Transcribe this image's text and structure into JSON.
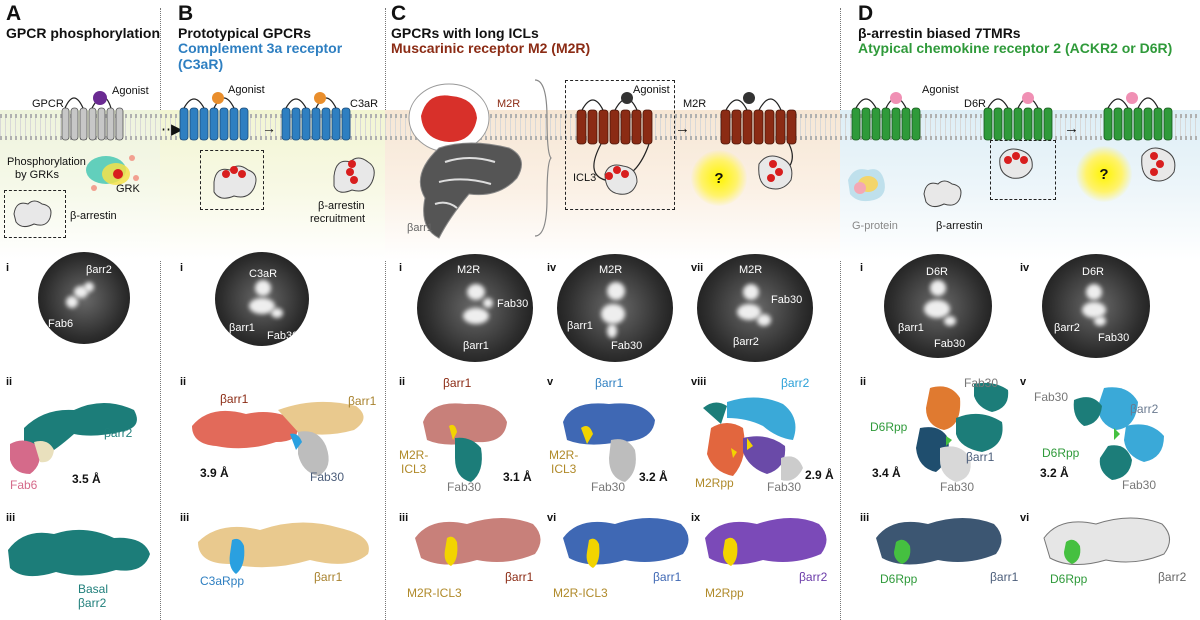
{
  "panels": {
    "a": {
      "letter": "A",
      "title": "GPCR phosphorylation",
      "labels": {
        "gpcr": "GPCR",
        "agonist": "Agonist",
        "phospho": "Phosphorylation",
        "by_grks": "by GRKs",
        "grk": "GRK",
        "barrestin": "β-arrestin",
        "barr2": "βarr2",
        "fab6_em": "Fab6",
        "fab6": "Fab6",
        "barr2_map": "βarr2",
        "basal": "Basal",
        "basal_barr2": "βarr2"
      },
      "roman": [
        "i",
        "ii",
        "iii"
      ],
      "resolution": "3.5 Å"
    },
    "b": {
      "letter": "B",
      "title": "Prototypical GPCRs",
      "sub1": "Complement 3a receptor",
      "sub2": "(C3aR)",
      "labels": {
        "agonist": "Agonist",
        "c3ar": "C3aR",
        "recruit1": "β-arrestin",
        "recruit2": "recruitment",
        "em_c3ar": "C3aR",
        "em_barr1": "βarr1",
        "em_fab30": "Fab30",
        "map_barr1_a": "βarr1",
        "map_barr1_b": "βarr1",
        "map_fab30": "Fab30",
        "c3arpp": "C3aRpp",
        "iii_barr1": "βarr1"
      },
      "roman": [
        "i",
        "ii",
        "iii"
      ],
      "resolution": "3.9 Å"
    },
    "c": {
      "letter": "C",
      "title": "GPCRs with long ICLs",
      "sub1": "Muscarinic receptor M2 (M2R)",
      "labels": {
        "m2r_top": "M2R",
        "barr1_top": "βarr1",
        "agonist": "Agonist",
        "icl3": "ICL3",
        "m2r_right": "M2R",
        "qmark": "?",
        "em1_m2r": "M2R",
        "em1_fab30": "Fab30",
        "em1_barr1": "βarr1",
        "em2_m2r": "M2R",
        "em2_barr1": "βarr1",
        "em2_fab30": "Fab30",
        "em3_m2r": "M2R",
        "em3_fab30": "Fab30",
        "em3_barr2": "βarr2",
        "ii_barr1": "βarr1",
        "ii_m2r_icl3": "M2R-",
        "ii_icl3": "ICL3",
        "ii_fab30": "Fab30",
        "v_barr1": "βarr1",
        "v_m2r": "M2R-",
        "v_icl3": "ICL3",
        "v_fab30": "Fab30",
        "viii_barr2": "βarr2",
        "viii_m2rpp": "M2Rpp",
        "viii_fab30": "Fab30",
        "iii_m2r_icl3": "M2R-ICL3",
        "iii_barr1": "βarr1",
        "vi_m2r_icl3": "M2R-ICL3",
        "vi_barr1": "βarr1",
        "ix_m2rpp": "M2Rpp",
        "ix_barr2": "βarr2"
      },
      "roman": [
        "i",
        "iv",
        "vii",
        "ii",
        "v",
        "viii",
        "iii",
        "vi",
        "ix"
      ],
      "res_ii": "3.1 Å",
      "res_v": "3.2 Å",
      "res_viii": "2.9 Å"
    },
    "d": {
      "letter": "D",
      "title": "β-arrestin biased 7TMRs",
      "sub1": "Atypical chemokine receptor 2 (ACKR2 or D6R)",
      "labels": {
        "agonist": "Agonist",
        "d6r": "D6R",
        "gprotein": "G-protein",
        "barrestin": "β-arrestin",
        "qmark": "?",
        "em1_d6r": "D6R",
        "em1_barr1": "βarr1",
        "em1_fab30": "Fab30",
        "em2_d6r": "D6R",
        "em2_barr2": "βarr2",
        "em2_fab30": "Fab30",
        "ii_fab30_top": "Fab30",
        "ii_d6rpp": "D6Rpp",
        "ii_barr1": "βarr1",
        "ii_fab30": "Fab30",
        "v_fab30_top": "Fab30",
        "v_barr2": "βarr2",
        "v_d6rpp": "D6Rpp",
        "v_fab30": "Fab30",
        "iii_barr1": "βarr1",
        "iii_d6rpp": "D6Rpp",
        "vi_barr2": "βarr2",
        "vi_d6rpp": "D6Rpp"
      },
      "roman": [
        "i",
        "iv",
        "ii",
        "v",
        "iii",
        "vi"
      ],
      "res_ii": "3.4 Å",
      "res_v": "3.2 Å"
    }
  },
  "colors": {
    "c3ar_blue": "#2e7fc1",
    "m2r_brown": "#8b2b14",
    "d6r_green": "#2f9a3a",
    "barr1_blue": "#3f68b4",
    "barr2_teal": "#1f7f7b",
    "fab6_pink": "#d56a8a",
    "phospho_red": "#d81e1e",
    "yellow": "#f2d400"
  }
}
